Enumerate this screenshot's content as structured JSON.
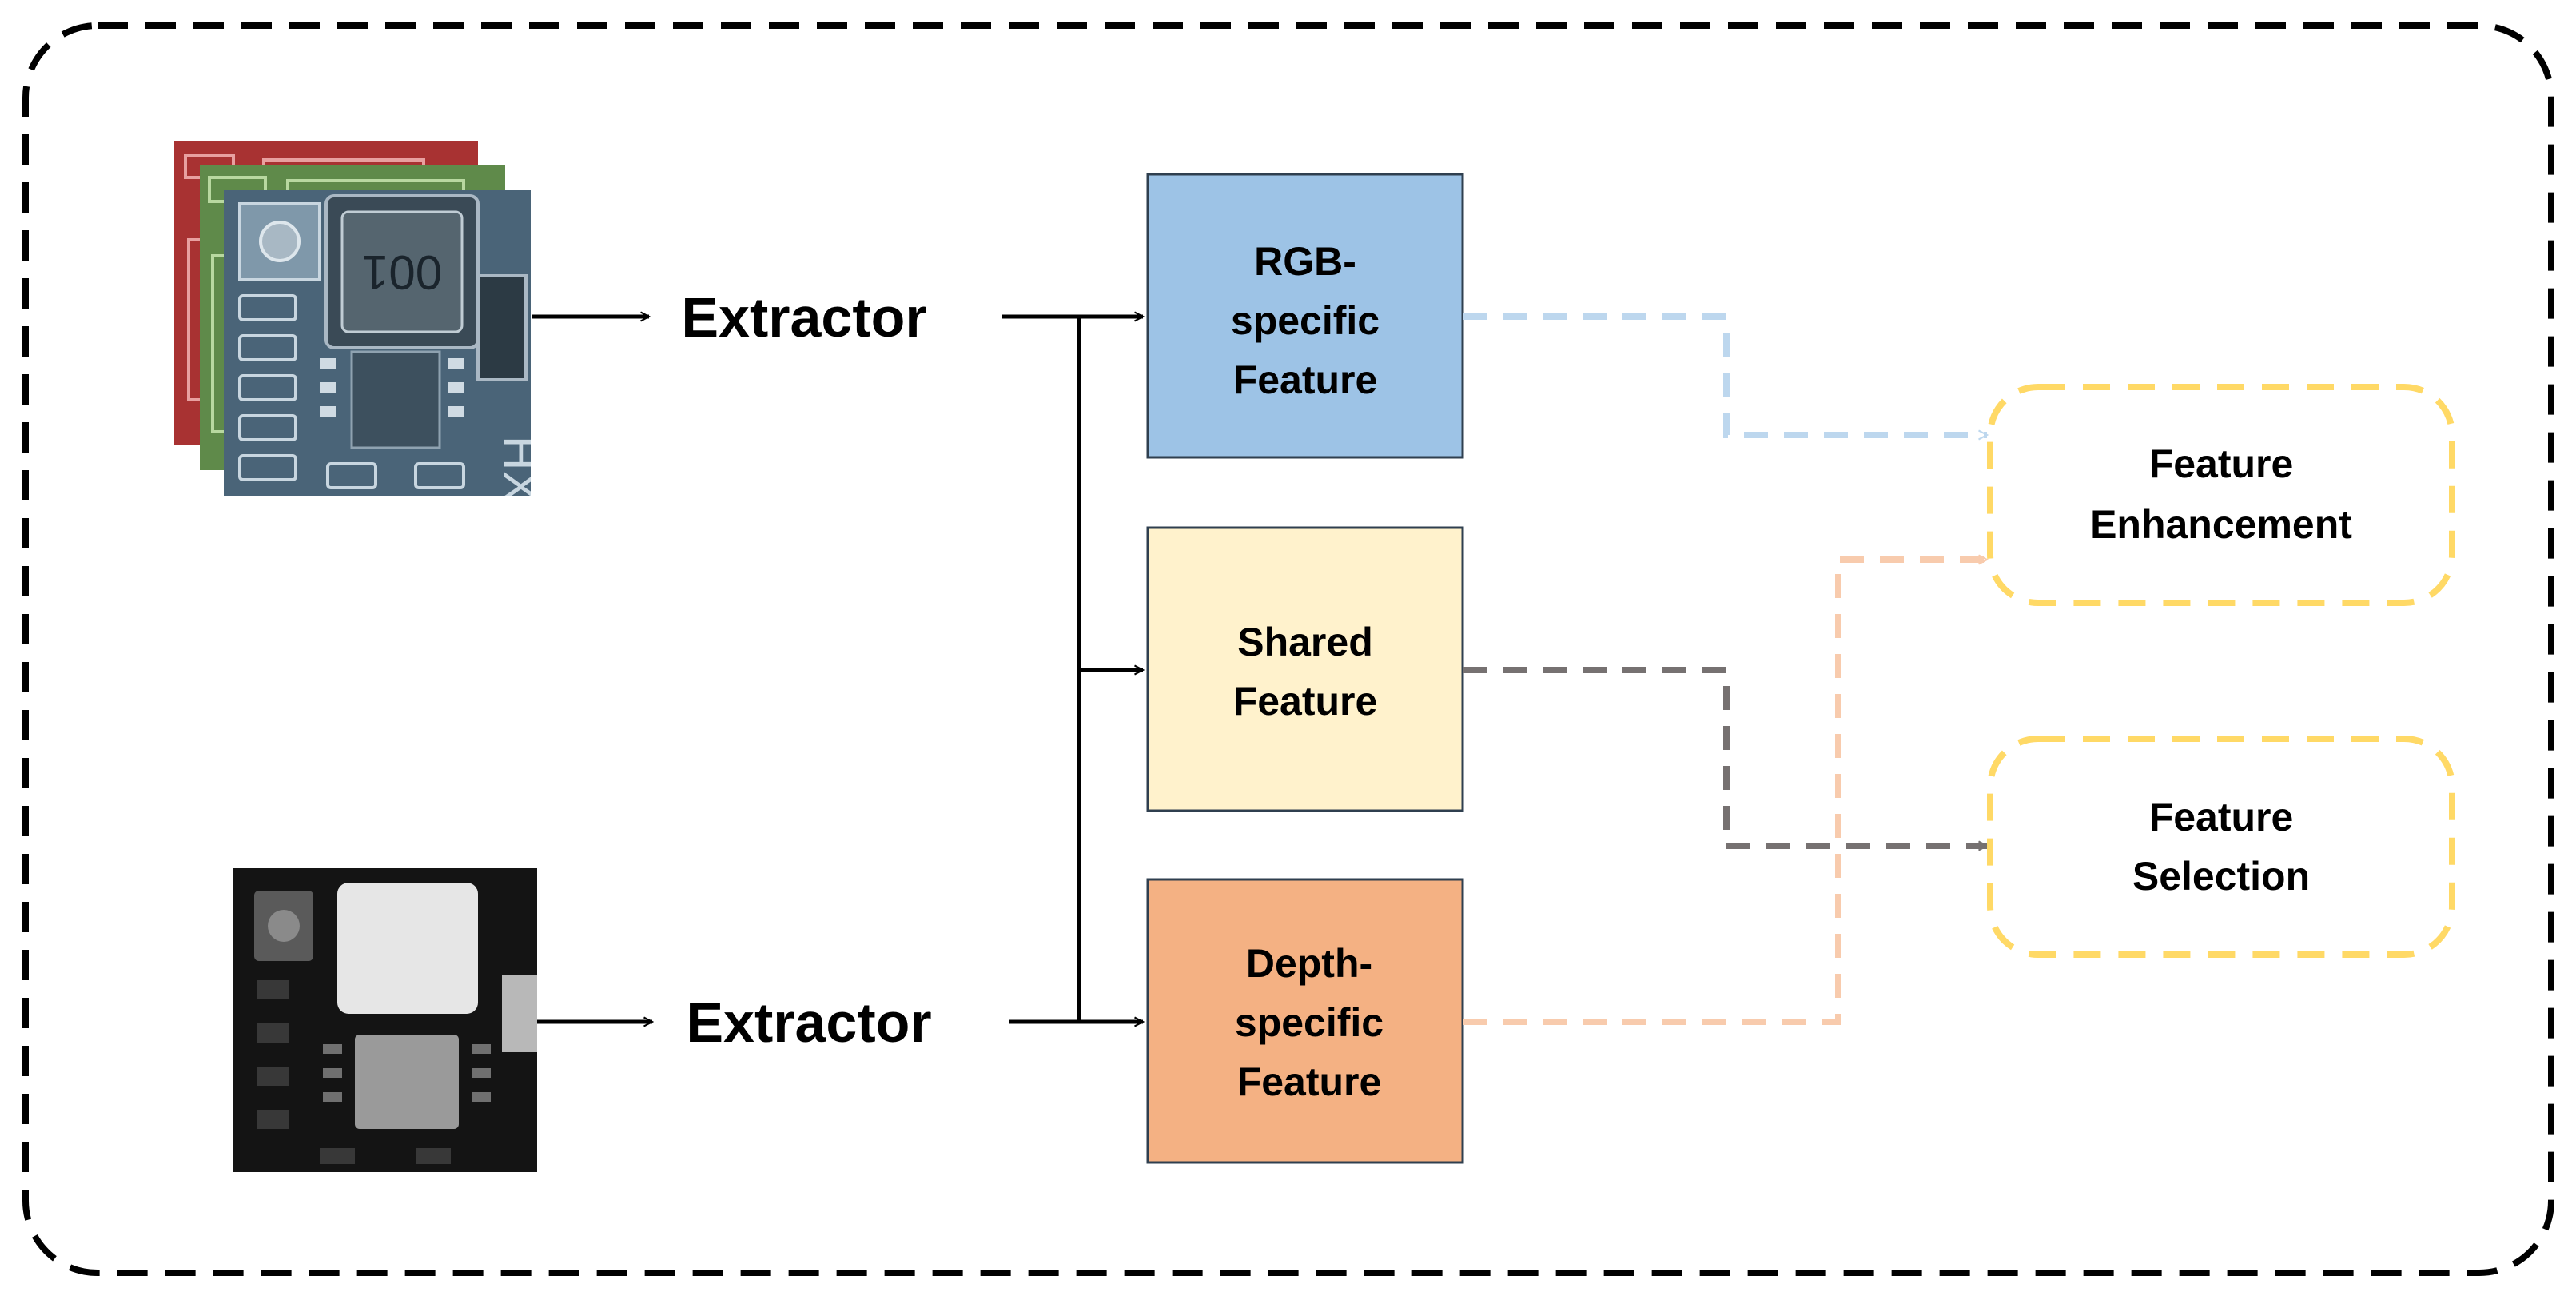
{
  "extractors": {
    "rgb": "Extractor",
    "depth": "Extractor"
  },
  "features": {
    "rgb_specific": [
      "RGB-",
      "specific",
      "Feature"
    ],
    "shared": [
      "Shared",
      "Feature"
    ],
    "depth_specific": [
      "Depth-",
      "specific",
      "Feature"
    ]
  },
  "modules": {
    "enhancement": [
      "Feature",
      "Enhancement"
    ],
    "selection": [
      "Feature",
      "Selection"
    ]
  },
  "colors": {
    "rgb_feature_fill": "#9dc3e6",
    "shared_feature_fill": "#fff2cc",
    "depth_feature_fill": "#f4b183",
    "module_border": "#ffd966",
    "rgb_path": "#bdd7ee",
    "shared_path": "#767171",
    "depth_path": "#f8cbad"
  },
  "icons": {
    "rgb_input": "rgb-image-stack-icon",
    "depth_input": "depth-image-icon"
  }
}
